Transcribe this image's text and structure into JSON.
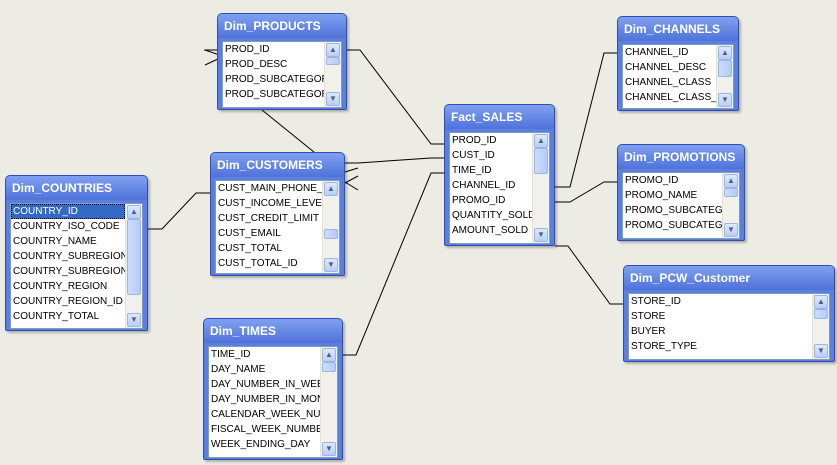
{
  "tables": {
    "products": {
      "title": "Dim_PRODUCTS",
      "fields": [
        "PROD_ID",
        "PROD_DESC",
        "PROD_SUBCATEGOR",
        "PROD_SUBCATEGOR"
      ]
    },
    "customers": {
      "title": "Dim_CUSTOMERS",
      "fields": [
        "CUST_MAIN_PHONE_I",
        "CUST_INCOME_LEVEL",
        "CUST_CREDIT_LIMIT",
        "CUST_EMAIL",
        "CUST_TOTAL",
        "CUST_TOTAL_ID"
      ]
    },
    "countries": {
      "title": "Dim_COUNTRIES",
      "fields": [
        "COUNTRY_ID",
        "COUNTRY_ISO_CODE",
        "COUNTRY_NAME",
        "COUNTRY_SUBREGION",
        "COUNTRY_SUBREGION_",
        "COUNTRY_REGION",
        "COUNTRY_REGION_ID",
        "COUNTRY_TOTAL"
      ]
    },
    "times": {
      "title": "Dim_TIMES",
      "fields": [
        "TIME_ID",
        "DAY_NAME",
        "DAY_NUMBER_IN_WEE",
        "DAY_NUMBER_IN_MON",
        "CALENDAR_WEEK_NUM",
        "FISCAL_WEEK_NUMBEF",
        "WEEK_ENDING_DAY"
      ]
    },
    "sales": {
      "title": "Fact_SALES",
      "fields": [
        "PROD_ID",
        "CUST_ID",
        "TIME_ID",
        "CHANNEL_ID",
        "PROMO_ID",
        "QUANTITY_SOLD",
        "AMOUNT_SOLD"
      ]
    },
    "channels": {
      "title": "Dim_CHANNELS",
      "fields": [
        "CHANNEL_ID",
        "CHANNEL_DESC",
        "CHANNEL_CLASS",
        "CHANNEL_CLASS_I"
      ]
    },
    "promotions": {
      "title": "Dim_PROMOTIONS",
      "fields": [
        "PROMO_ID",
        "PROMO_NAME",
        "PROMO_SUBCATEG",
        "PROMO_SUBCATEG"
      ]
    },
    "pcw": {
      "title": "Dim_PCW_Customer",
      "fields": [
        "STORE_ID",
        "STORE",
        "BUYER",
        "STORE_TYPE"
      ]
    }
  },
  "selected": {
    "table": "countries",
    "field_index": 0
  },
  "colors": {
    "background": "#ecebe4",
    "table_frame": "#5a7fe0",
    "selection": "#316ac5"
  },
  "icons": [
    "scroll-up-arrow-icon",
    "scroll-down-arrow-icon"
  ]
}
